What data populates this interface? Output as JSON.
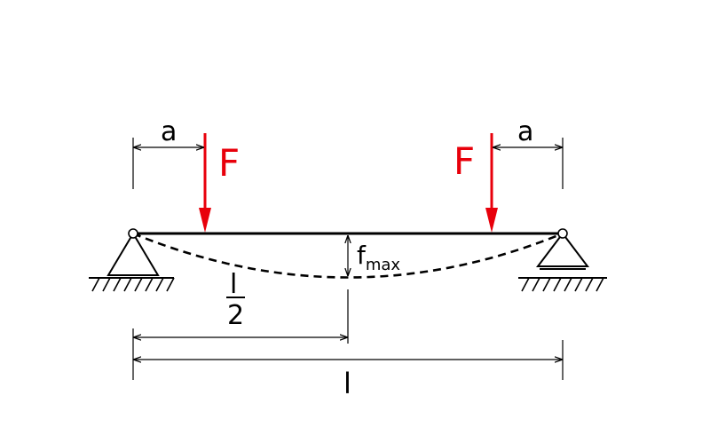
{
  "labels": {
    "a_left": "a",
    "a_right": "a",
    "force_left": "F",
    "force_right": "F",
    "f_max_base": "f",
    "f_max_sub": "max",
    "half_span_num": "l",
    "half_span_den": "2",
    "span": "l"
  },
  "colors": {
    "force": "#e8000b",
    "line": "#000000"
  }
}
